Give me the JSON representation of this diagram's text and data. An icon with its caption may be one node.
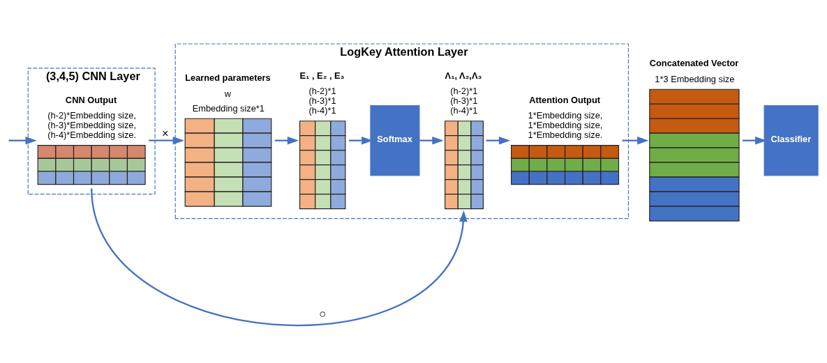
{
  "diagram": {
    "nodes": [
      {
        "text": [
          "(3,4,5) CNN Layer"
        ]
      },
      {
        "text": [
          "LogKey Attention Layer"
        ]
      },
      {
        "text": [
          "CNN Output",
          "(h-2)*Embedding size, (h-3)*Embedding size, (h-4)*Embedding size."
        ],
        "in": 0
      },
      {
        "text": [
          "Learned parameters",
          "w",
          "Embedding size*1"
        ],
        "in": 1
      },
      {
        "text": [
          "E₁ , E₂ , E₃",
          "(h-2)*1 (h-3)*1 (h-4)*1"
        ],
        "in": 1
      },
      {
        "text": [
          "Softmax"
        ],
        "in": 1
      },
      {
        "text": [
          "Λ₁, Λ₂,Λ₃",
          "(h-2)*1 (h-3)*1 (h-4)*1"
        ],
        "in": 1
      },
      {
        "text": [
          "Attention Output",
          "1*Embedding size, 1*Embedding size, 1*Embedding size."
        ],
        "in": 1
      },
      {
        "text": [
          "Concatenated Vector",
          "1*3 Embedding size"
        ]
      },
      {
        "text": [
          "Classifier"
        ]
      }
    ],
    "edges": [
      {
        "from": null,
        "to": 2,
        "arrow": "to"
      },
      {
        "from": 2,
        "to": 3,
        "label": "×",
        "arrow": "to"
      },
      {
        "from": 3,
        "to": 4,
        "arrow": "to"
      },
      {
        "from": 4,
        "to": 5,
        "arrow": "to"
      },
      {
        "from": 5,
        "to": 6,
        "arrow": "to"
      },
      {
        "from": 6,
        "to": 7,
        "arrow": "to"
      },
      {
        "from": 7,
        "to": 8,
        "arrow": "to"
      },
      {
        "from": 8,
        "to": 9,
        "arrow": "to"
      },
      {
        "from": 2,
        "to": 6,
        "label": "○",
        "arrow": "to"
      }
    ]
  }
}
